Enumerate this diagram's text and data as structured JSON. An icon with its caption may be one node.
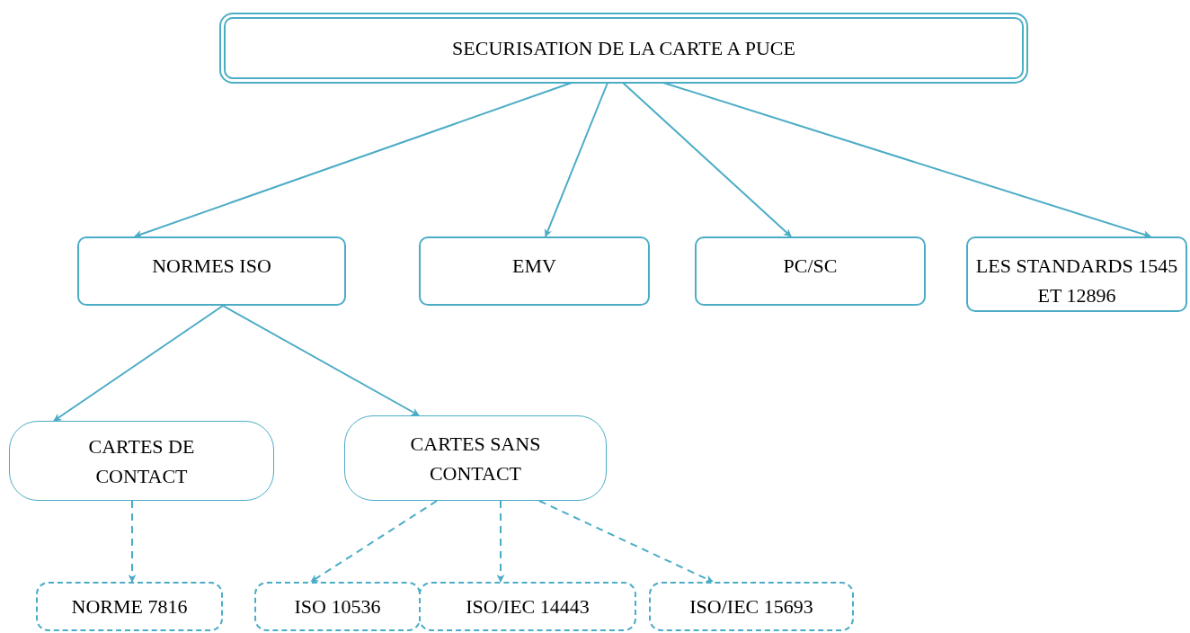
{
  "diagram": {
    "nodes": [
      {
        "text": [
          "SECURISATION DE LA CARTE A PUCE"
        ]
      },
      {
        "text": [
          "NORMES ISO"
        ]
      },
      {
        "text": [
          "EMV"
        ]
      },
      {
        "text": [
          "PC/SC"
        ]
      },
      {
        "text": [
          "LES STANDARDS 1545 ET 12896"
        ]
      },
      {
        "text": [
          "CARTES DE CONTACT"
        ]
      },
      {
        "text": [
          "CARTES SANS CONTACT"
        ]
      },
      {
        "text": [
          "NORME 7816"
        ]
      },
      {
        "text": [
          "ISO 10536"
        ]
      },
      {
        "text": [
          "ISO/IEC 14443"
        ]
      },
      {
        "text": [
          "ISO/IEC 15693"
        ]
      }
    ],
    "edges": [
      {
        "from": 0,
        "to": 1,
        "arrow": "to"
      },
      {
        "from": 0,
        "to": 2,
        "arrow": "to"
      },
      {
        "from": 0,
        "to": 3,
        "arrow": "to"
      },
      {
        "from": 0,
        "to": 4,
        "arrow": "to"
      },
      {
        "from": 1,
        "to": 5,
        "arrow": "to"
      },
      {
        "from": 1,
        "to": 6,
        "arrow": "to"
      },
      {
        "from": 5,
        "to": 7,
        "arrow": "to",
        "style": "dashed"
      },
      {
        "from": 6,
        "to": 8,
        "arrow": "to",
        "style": "dashed"
      },
      {
        "from": 6,
        "to": 9,
        "arrow": "to",
        "style": "dashed"
      },
      {
        "from": 6,
        "to": 10,
        "arrow": "to",
        "style": "dashed"
      }
    ]
  }
}
